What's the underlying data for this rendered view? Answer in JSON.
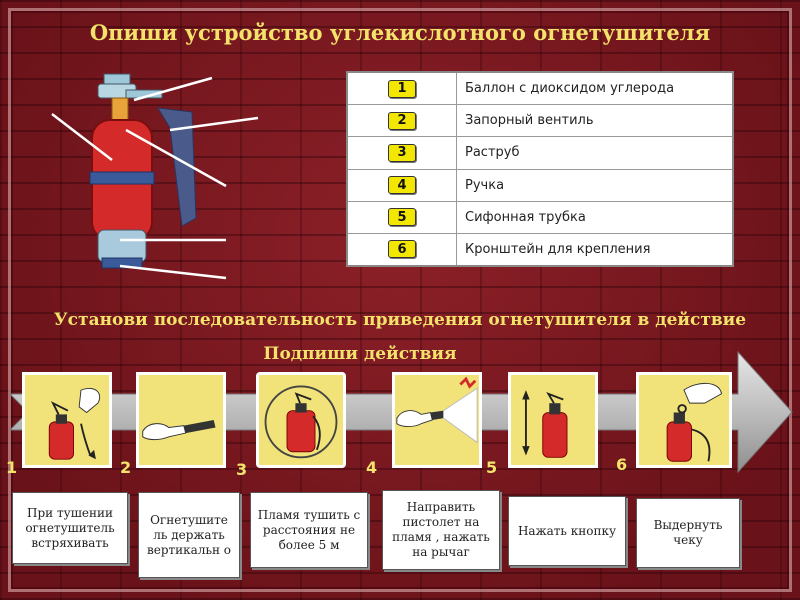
{
  "slide": {
    "title": "Опиши устройство углекислотного огнетушителя",
    "sequence_heading": "Установи последовательность  приведения огнетушителя в действие",
    "actions_heading": "Подпиши действия"
  },
  "parts": [
    {
      "number": "1",
      "label": "Баллон с диоксидом углерода"
    },
    {
      "number": "2",
      "label": "Запорный вентиль"
    },
    {
      "number": "3",
      "label": "Раструб"
    },
    {
      "number": "4",
      "label": "Ручка"
    },
    {
      "number": "5",
      "label": "Сифонная трубка"
    },
    {
      "number": "6",
      "label": "Кронштейн для крепления"
    }
  ],
  "steps": [
    {
      "number": "1",
      "caption": "При тушении огнетушитель встряхивать"
    },
    {
      "number": "2",
      "caption": "Огнетушите ль держать вертикальн о"
    },
    {
      "number": "3",
      "caption": "Пламя тушить с расстояния не более 5 м"
    },
    {
      "number": "4",
      "caption": "Направить пистолет на пламя , нажать на рычаг"
    },
    {
      "number": "5",
      "caption": "Нажать кнопку"
    },
    {
      "number": "6",
      "caption": "Выдернуть чеку"
    }
  ],
  "colors": {
    "heading": "#f4e36b",
    "badge": "#f3e600",
    "extinguisher_red": "#d42a2a",
    "tile_background": "#f1e37a"
  }
}
